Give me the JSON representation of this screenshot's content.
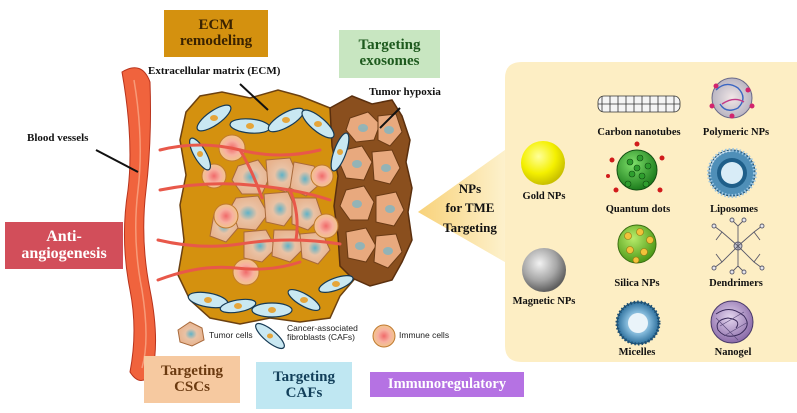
{
  "boxes": {
    "ecm_remodeling": {
      "text": "ECM\nremodeling",
      "bg": "#d4910f",
      "color": "#3a2200"
    },
    "targeting_exosomes": {
      "text": "Targeting\nexosomes",
      "bg": "#c8e6c1",
      "color": "#1e5a1e"
    },
    "anti_angiogenesis": {
      "text": "Anti-\nangiogenesis",
      "bg": "#d24e5a",
      "color": "#ffffff"
    },
    "targeting_cscs": {
      "text": "Targeting\nCSCs",
      "bg": "#f6c9a0",
      "color": "#6b3a10"
    },
    "targeting_cafs": {
      "text": "Targeting\nCAFs",
      "bg": "#bfe7f2",
      "color": "#123f5a"
    },
    "immunoregulatory": {
      "text": "Immunoregulatory",
      "bg": "#b572e3",
      "color": "#ffffff"
    }
  },
  "labels": {
    "ecm": "Extracellular matrix (ECM)",
    "blood_vessels": "Blood vessels",
    "tumor_hypoxia": "Tumor hypoxia"
  },
  "legend": {
    "tumor_cells": "Tumor cells",
    "cafs": "Cancer-associated\nfibroblasts (CAFs)",
    "immune_cells": "Immune cells"
  },
  "panel": {
    "title": "NPs\nfor TME\nTargeting",
    "bg": "#fdeec4"
  },
  "nps": {
    "gold": "Gold NPs",
    "magnetic": "Magnetic NPs",
    "carbon_nanotubes": "Carbon nanotubes",
    "quantum_dots": "Quantum dots",
    "silica": "Silica NPs",
    "micelles": "Micelles",
    "polymeric": "Polymeric NPs",
    "liposomes": "Liposomes",
    "dendrimers": "Dendrimers",
    "nanogel": "Nanogel"
  }
}
